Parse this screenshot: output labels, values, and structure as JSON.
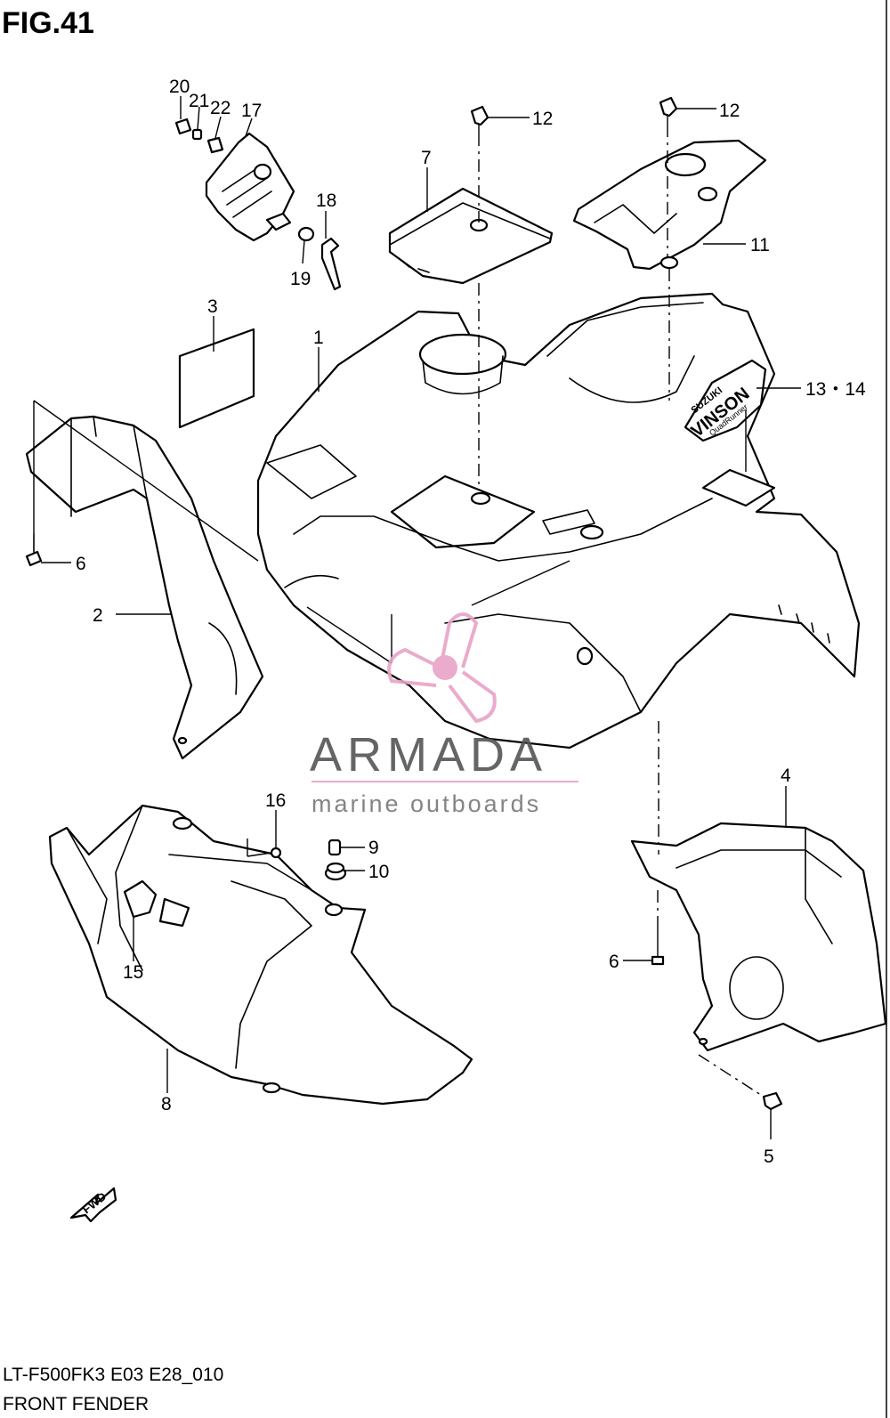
{
  "figure": {
    "title": "FIG.41",
    "model_code": "LT-F500FK3 E03 E28_010",
    "caption": "FRONT FENDER"
  },
  "callouts": [
    "20",
    "21",
    "22",
    "17",
    "18",
    "19",
    "12",
    "12",
    "7",
    "11",
    "3",
    "1",
    "13・14",
    "6",
    "2",
    "16",
    "9",
    "10",
    "4",
    "15",
    "8",
    "6",
    "5"
  ],
  "decals": {
    "brand": "SUZUKI",
    "model": "VINSON",
    "sub": "QuadRunner"
  },
  "direction_marker": "FWD",
  "watermark": {
    "brand": "ARMADA",
    "tagline": "marine outboards",
    "brand_color": "#555555",
    "accent_color": "#e8a3c7"
  },
  "colors": {
    "line": "#000000",
    "background": "#ffffff"
  }
}
